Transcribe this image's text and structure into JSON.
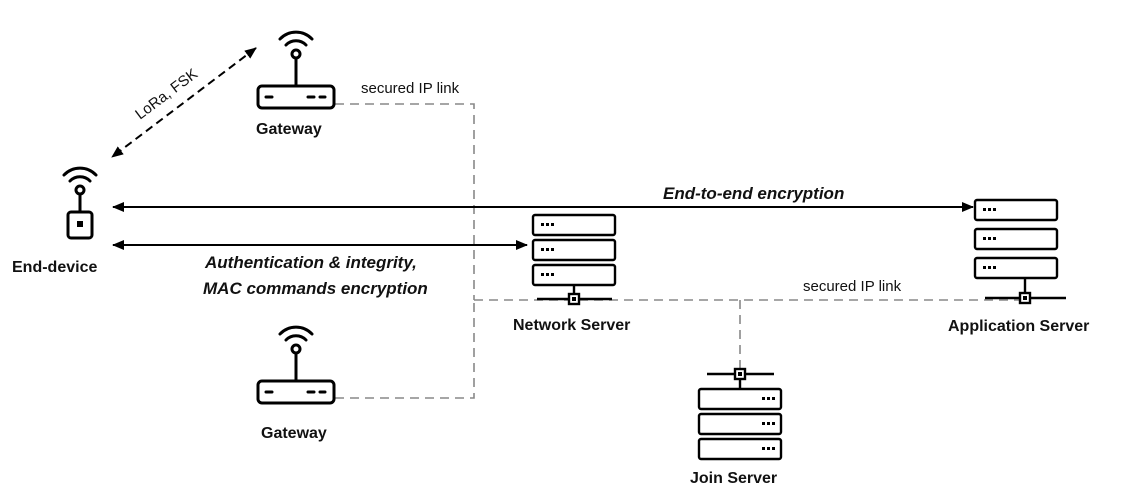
{
  "nodes": {
    "end_device": "End-device",
    "gateway_top": "Gateway",
    "gateway_bottom": "Gateway",
    "network_server": "Network Server",
    "application_server": "Application Server",
    "join_server": "Join Server"
  },
  "links": {
    "radio": "LoRa, FSK",
    "ip_link_gateway": "secured IP link",
    "ip_link_backend": "secured IP link",
    "e2e": "End-to-end encryption",
    "auth_line1": "Authentication & integrity,",
    "auth_line2": "MAC commands encryption"
  }
}
